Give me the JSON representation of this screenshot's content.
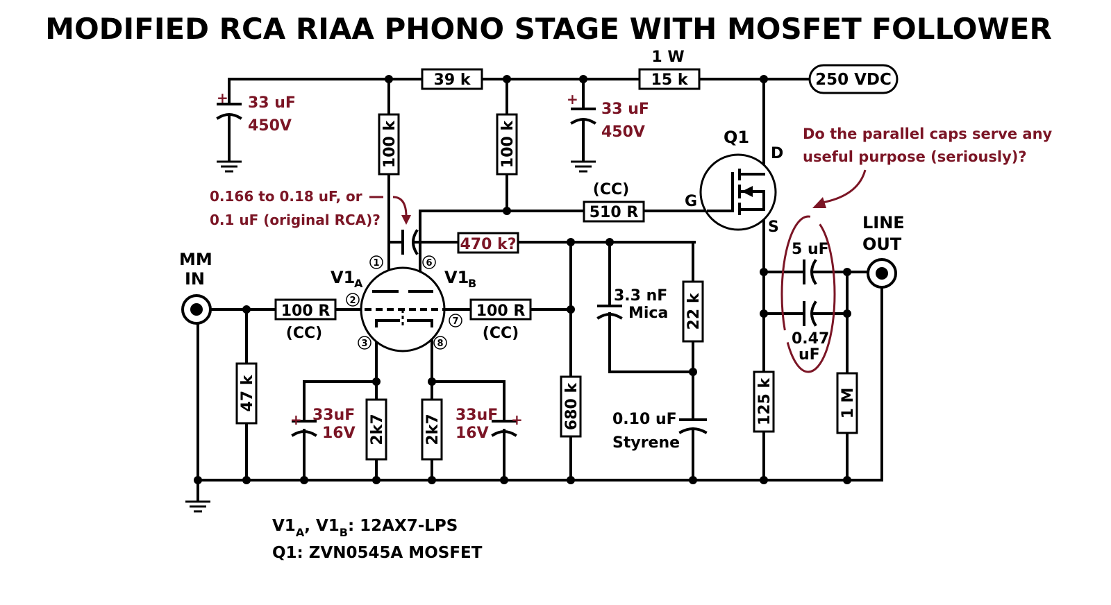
{
  "title": "MODIFIED RCA RIAA PHONO STAGE WITH MOSFET FOLLOWER",
  "supply": "250 VDC",
  "power_rating": "1 W",
  "resistors": {
    "r39k": "39 k",
    "r15k": "15 k",
    "r100k_a": "100 k",
    "r100k_b": "100 k",
    "r510": "510 R",
    "r470k": "470 k?",
    "r100_in": "100 R",
    "r100_out": "100 R",
    "r47k": "47 k",
    "r2k7_a": "2k7",
    "r2k7_b": "2k7",
    "r680k": "680 k",
    "r22k": "22 k",
    "r125k": "125 k",
    "r1m": "1 M"
  },
  "caps": {
    "c_left_value": "33 uF",
    "c_left_volt": "450V",
    "c_mid_value": "33 uF",
    "c_mid_volt": "450V",
    "c_cath_a_value": "33uF",
    "c_cath_a_volt": "16V",
    "c_cath_b_value": "33uF",
    "c_cath_b_volt": "16V",
    "mica_value": "3.3 nF",
    "mica_type": "Mica",
    "styrene_value": "0.10 uF",
    "styrene_type": "Styrene",
    "out_5uf": "5 uF",
    "out_047_a": "0.47",
    "out_047_b": "uF"
  },
  "labels": {
    "cc1": "(CC)",
    "cc2": "(CC)",
    "cc3": "(CC)",
    "mm_a": "MM",
    "mm_b": "IN",
    "line_a": "LINE",
    "line_b": "OUT",
    "q1": "Q1",
    "pin_d": "D",
    "pin_g": "G",
    "pin_s": "S",
    "plus": "+",
    "v1": "V1",
    "sub_a": "A",
    "sub_b": "B",
    "pin1": "1",
    "pin2": "2",
    "pin3": "3",
    "pin6": "6",
    "pin7": "7",
    "pin8": "8"
  },
  "annotations": {
    "cap_note_1": "0.166 to 0.18 uF, or",
    "cap_note_2": "0.1 uF (original RCA)?",
    "question_1": "Do the parallel caps serve any",
    "question_2": "useful purpose (seriously)?"
  },
  "parts_list": {
    "tube_prefix_a": "V1",
    "tube_sep": ", V1",
    "tube_suffix": ": 12AX7-LPS",
    "mosfet": "Q1: ZVN0545A MOSFET"
  },
  "colors": {
    "annotation": "#7b1525",
    "wire": "#000000"
  }
}
